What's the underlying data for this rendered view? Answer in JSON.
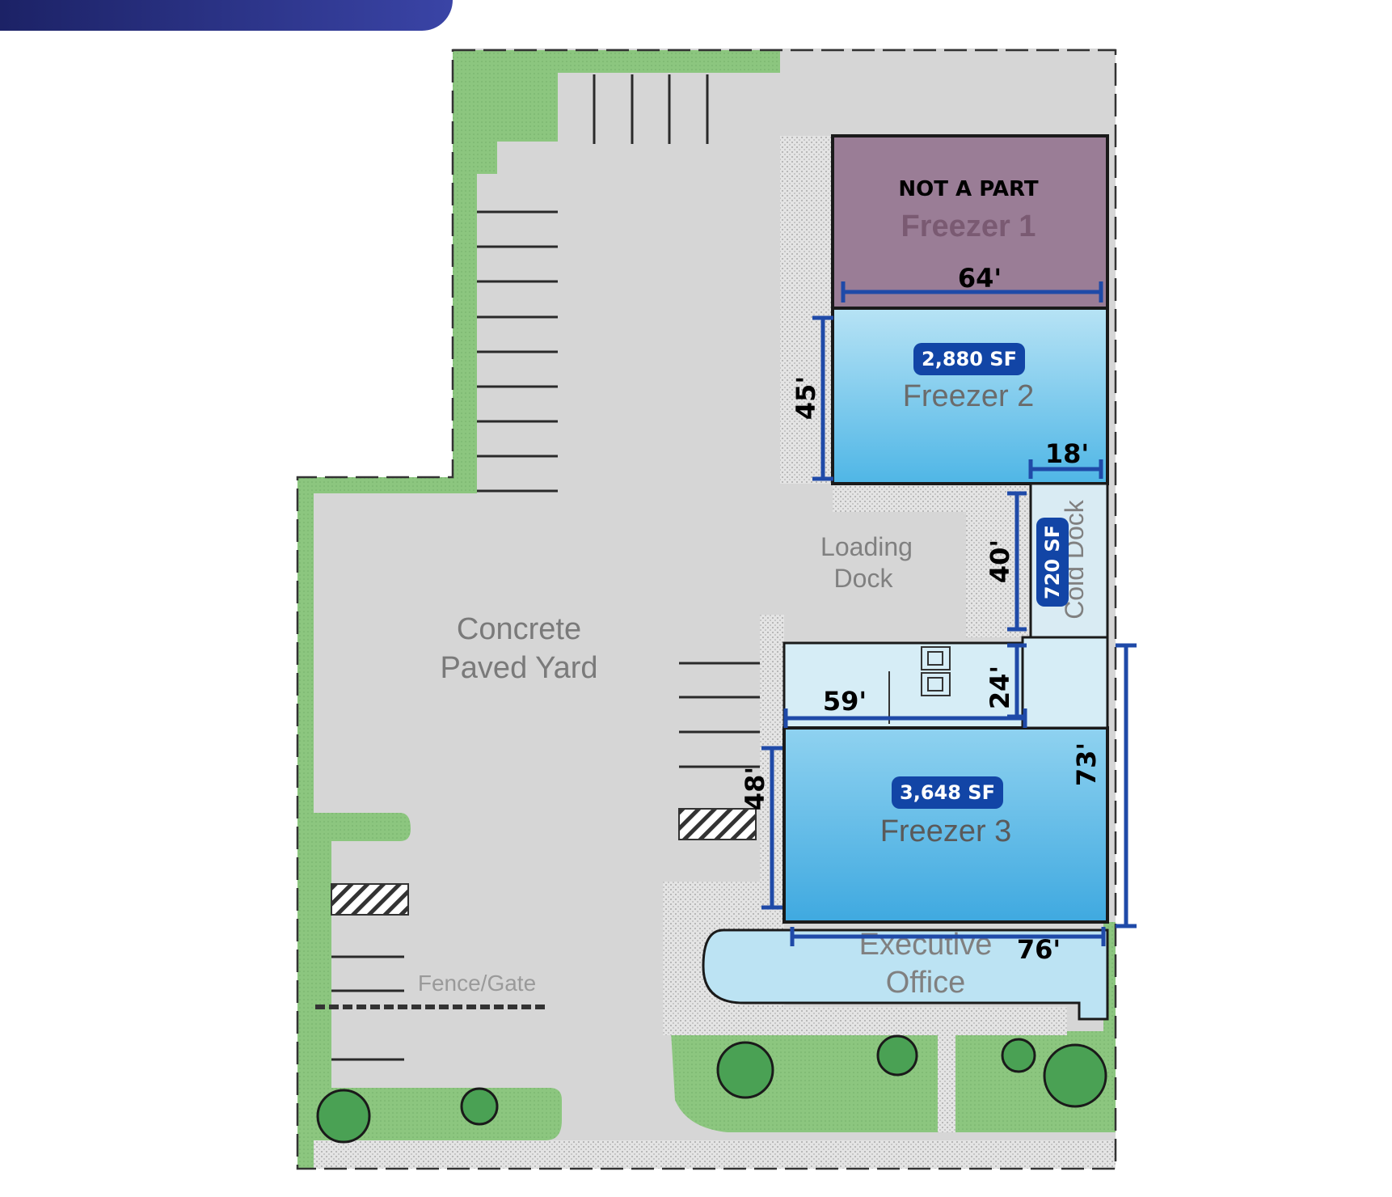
{
  "labels": {
    "not_a_part": "NOT A PART",
    "freezer1": "Freezer 1",
    "freezer2": "Freezer 2",
    "freezer3": "Freezer 3",
    "cold_dock": "Cold Dock",
    "loading_dock_1": "Loading",
    "loading_dock_2": "Dock",
    "yard_1": "Concrete",
    "yard_2": "Paved Yard",
    "fence_gate": "Fence/Gate",
    "exec_1": "Executive",
    "exec_2": "Office"
  },
  "badges": {
    "freezer2_sf": "2,880 SF",
    "cold_dock_sf": "720 SF",
    "freezer3_sf": "3,648 SF"
  },
  "dimensions": {
    "freezer1_width": "64'",
    "freezer2_height": "45'",
    "freezer2_18": "18'",
    "cold_dock_height": "40'",
    "office_24": "24'",
    "office_59": "59'",
    "freezer3_48": "48'",
    "freezer3_73": "73'",
    "freezer3_76": "76'"
  },
  "colors": {
    "banner": "#2a3290",
    "grass": "#8cc67f",
    "pavement": "#d9d9d9",
    "freezer_not_part": "#9a7d96",
    "freezer_cold": "#6cc4ea",
    "dimension_line": "#1f4aa8",
    "badge": "#1245a6"
  }
}
